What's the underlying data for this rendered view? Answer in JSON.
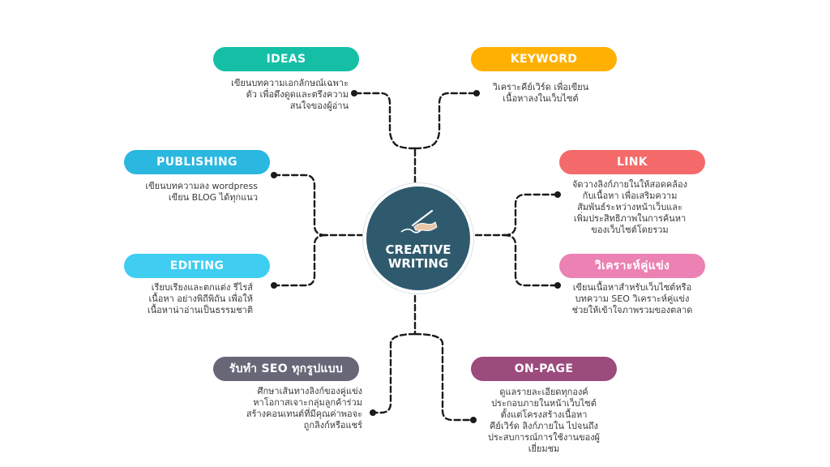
{
  "hub": {
    "line1": "CREATIVE",
    "line2": "WRITING",
    "icon": "hand-writing-icon"
  },
  "colors": {
    "hub": "#2f5a6e",
    "ideas": "#14bfa6",
    "keyword": "#ffb000",
    "publishing": "#2ab7e0",
    "link": "#f46a6a",
    "editing": "#3fcdf2",
    "competitor": "#ec81b3",
    "seo": "#676778",
    "onpage": "#9c4b7d",
    "connector": "#1a1a1a"
  },
  "nodes": {
    "ideas": {
      "title": "IDEAS",
      "lines": [
        "เขียนบทความเอกลักษณ์เฉพาะ",
        "ตัว เพื่อดึงดูดและตรึงความ",
        "สนใจของผู้อ่าน"
      ]
    },
    "keyword": {
      "title": "KEYWORD",
      "lines": [
        "วิเคราะคีย์เวิร์ด เพื่อเขียน",
        "เนื้อหาลงในเว็บไซต์"
      ]
    },
    "publishing": {
      "title": "PUBLISHING",
      "lines": [
        "เขียนบทความลง wordpress",
        "เขียน BLOG ได้ทุกแนว"
      ]
    },
    "link": {
      "title": "LINK",
      "lines": [
        "จัดวางลิงก์ภายในให้สอดคล้อง",
        "กับเนื้อหา เพื่อเสริมความ",
        "สัมพันธ์ระหว่างหน้าเว็บและ",
        "เพิ่มประสิทธิภาพในการค้นหา",
        "ของเว็บไซต์โดยรวม"
      ]
    },
    "editing": {
      "title": "EDITING",
      "lines": [
        "เรียบเรียงและตกแต่ง รีไรส์",
        "เนื้อหา อย่างพิถีพิถัน เพื่อให้",
        "เนื้อหาน่าอ่านเป็นธรรมชาติ"
      ]
    },
    "competitor": {
      "title": "วิเคราะห์คู่แข่ง",
      "lines": [
        "เขียนเนื้อหาสำหรับเว็บไซต์หรือ",
        "บทความ SEO วิเคราะห์คู่แข่ง",
        "ช่วยให้เข้าใจภาพรวมของตลาด"
      ]
    },
    "seo": {
      "title": "รับทำ SEO ทุกรูปแบบ",
      "lines": [
        "ศึกษาเส้นทางลิงก์ของคู่แข่ง",
        "หาโอกาสเจาะกลุ่มลูกค้าร่วม",
        "สร้างคอนเทนต์ที่มีคุณค่าพอจะ",
        "ถูกลิงก์หรือแชร์"
      ]
    },
    "onpage": {
      "title": "ON-PAGE",
      "lines": [
        "ดูแลรายละเอียดทุกองค์",
        "ประกอบภายในหน้าเว็บไซต์",
        "ตั้งแต่โครงสร้างเนื้อหา",
        "คีย์เวิร์ด ลิงก์ภายใน ไปจนถึง",
        "ประสบการณ์การใช้งานของผู้",
        "เยี่ยมชม"
      ]
    }
  }
}
